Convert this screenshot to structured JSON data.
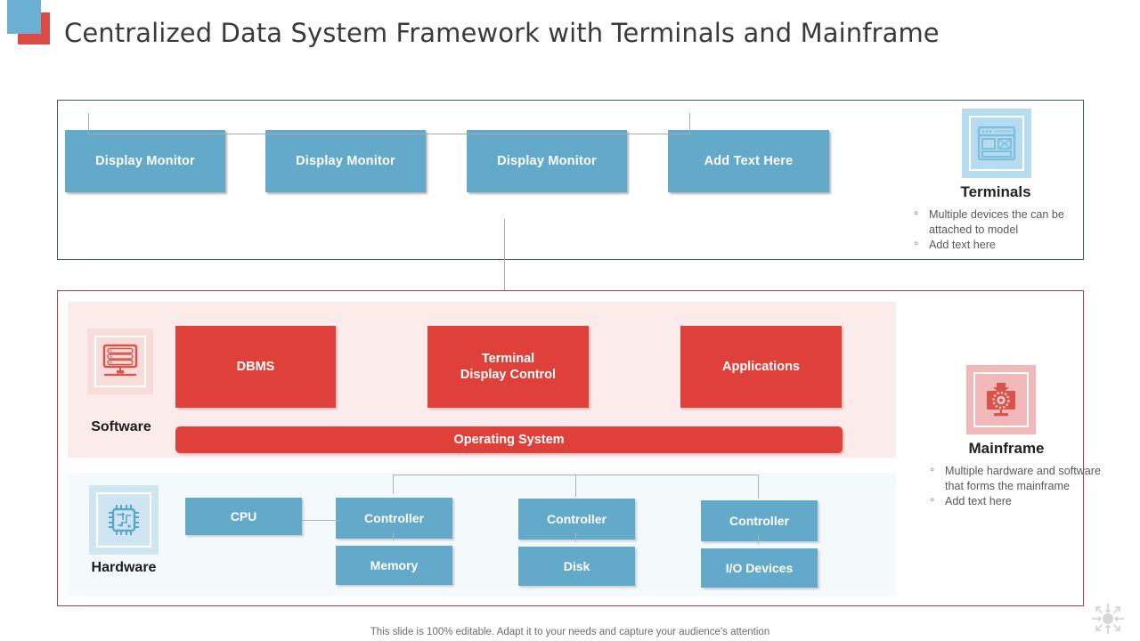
{
  "header": {
    "title": "Centralized Data System Framework with Terminals and Mainframe",
    "logo_blue": "#6bafd2",
    "logo_red": "#dd4a43"
  },
  "colors": {
    "blue_box": "#62a9ca",
    "red_box": "#e0403a",
    "software_band": "#fbeceb",
    "hardware_band": "#f4fafc",
    "top_panel_border": "#3c5c6b",
    "bottom_panel_border": "#a8443e",
    "connector": "#b0b0b0"
  },
  "terminals_panel": {
    "monitors": [
      {
        "label": "Display Monitor"
      },
      {
        "label": "Display Monitor"
      },
      {
        "label": "Display Monitor"
      },
      {
        "label": "Add Text Here"
      }
    ]
  },
  "terminals_card": {
    "icon": "browser-window-icon",
    "title": "Terminals",
    "bullets": [
      "Multiple devices the can be attached to model",
      "Add text here"
    ]
  },
  "mainframe_card": {
    "icon": "monitor-gear-download-icon",
    "title": "Mainframe",
    "bullets": [
      "Multiple hardware and software that forms the mainframe",
      "Add text here"
    ]
  },
  "software": {
    "icon": "server-rack-monitor-icon",
    "label": "Software",
    "boxes": [
      {
        "label": "DBMS"
      },
      {
        "label": "Terminal\nDisplay Control"
      },
      {
        "label": "Applications"
      }
    ],
    "os_bar": "Operating System"
  },
  "hardware": {
    "icon": "microchip-icon",
    "label": "Hardware",
    "cpu": "CPU",
    "columns": [
      {
        "controller": "Controller",
        "device": "Memory"
      },
      {
        "controller": "Controller",
        "device": "Disk"
      },
      {
        "controller": "Controller",
        "device": "I/O Devices"
      }
    ]
  },
  "footer": {
    "note": "This slide is 100% editable. Adapt it to your needs and capture your audience's attention",
    "corner_icon": "focus-collapse-arrows-icon"
  }
}
